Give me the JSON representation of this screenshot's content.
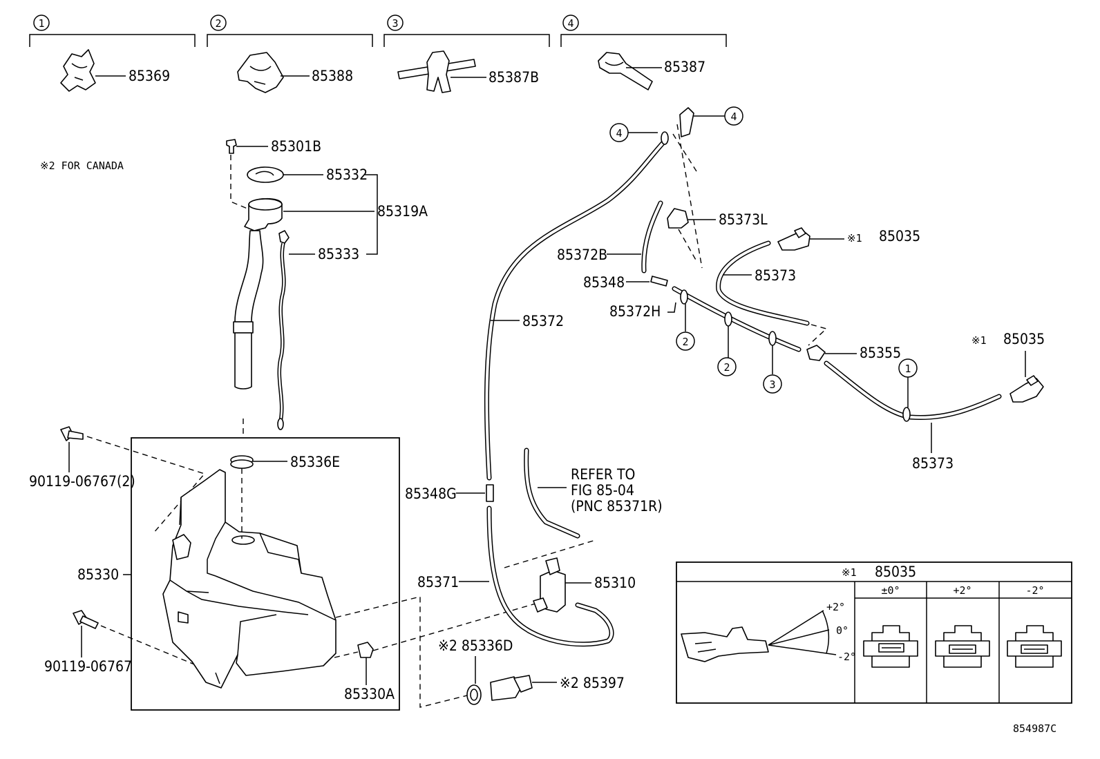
{
  "diagram_id": "854987C",
  "note_canada": "※2 FOR CANADA",
  "clip_groups": [
    {
      "num": "1",
      "part": "85369"
    },
    {
      "num": "2",
      "part": "85388"
    },
    {
      "num": "3",
      "part": "85387B"
    },
    {
      "num": "4",
      "part": "85387"
    }
  ],
  "labels": {
    "p85301B": "85301B",
    "p85332": "85332",
    "p85319A": "85319A",
    "p85333": "85333",
    "p85336E": "85336E",
    "p85330": "85330",
    "p85330A": "85330A",
    "bolt_a": "90119-06767(2)",
    "bolt_b": "90119-06767",
    "p85372": "85372",
    "p85348G": "85348G",
    "p85371": "85371",
    "p85310": "85310",
    "p85336D": "※2 85336D",
    "p85397": "※2 85397",
    "p85373L": "85373L",
    "p85372B": "85372B",
    "p85348": "85348",
    "p85372H": "85372H",
    "p85373_top": "85373",
    "p85373_bot": "85373",
    "p85355": "85355",
    "p85035_top_mark": "※1",
    "p85035_top": "85035",
    "p85035_right_mark": "※1",
    "p85035_right": "85035",
    "refer_line1": "REFER TO",
    "refer_line2": "FIG 85-04",
    "refer_line3": "(PNC 85371R)"
  },
  "callouts": {
    "c4a": "4",
    "c4b": "4",
    "c2a": "2",
    "c2b": "2",
    "c3": "3",
    "c1": "1"
  },
  "inset": {
    "title_mark": "※1",
    "title_part": "85035",
    "columns": [
      "±0°",
      "+2°",
      "-2°"
    ],
    "angle_plus": "+2°",
    "angle_zero": "0°",
    "angle_minus": "-2°"
  }
}
